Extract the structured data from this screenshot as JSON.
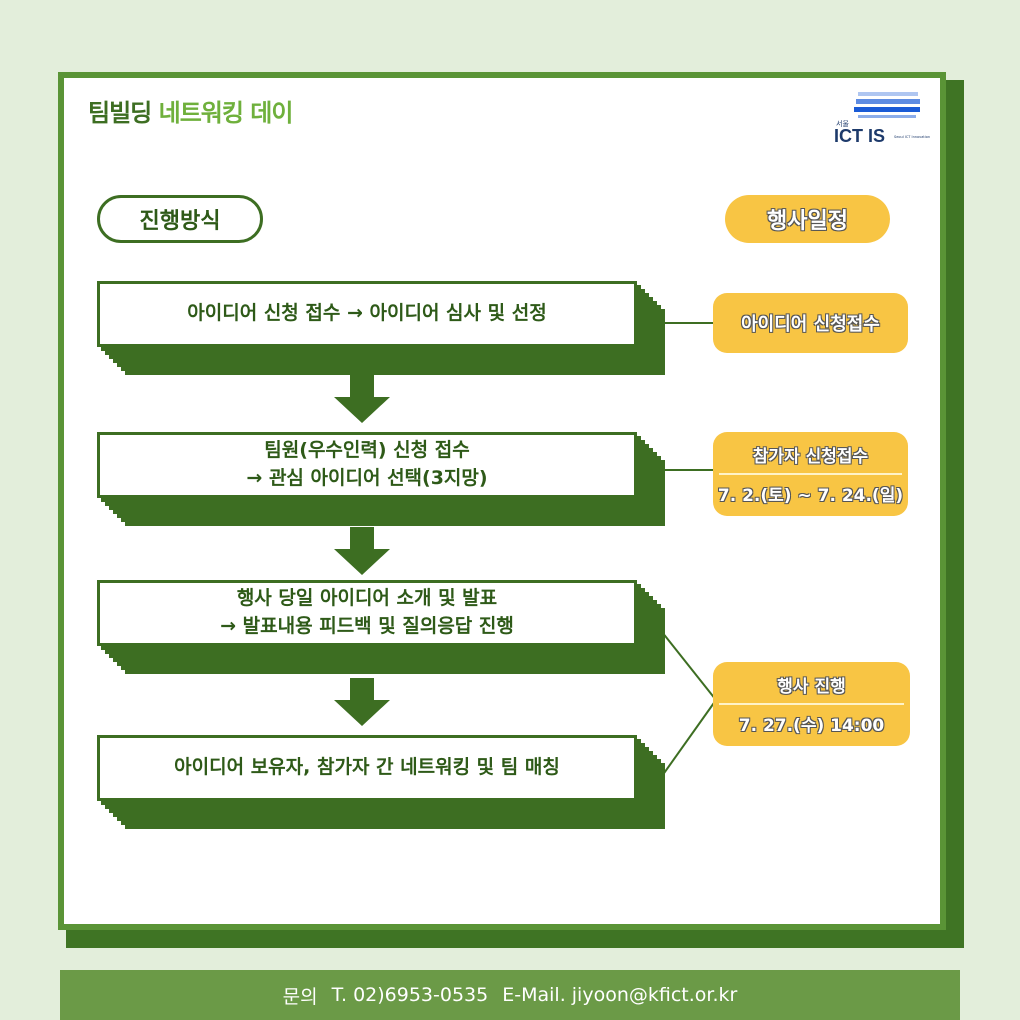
{
  "title": {
    "part1": "팀빌딩",
    "part2": "네트워킹 데이"
  },
  "logo": {
    "text": "ICT IS",
    "prefix": "서울",
    "sub": "Seoul ICT Innovation Square"
  },
  "section_process": "진행방식",
  "section_schedule": "행사일정",
  "steps": [
    {
      "line1": "아이디어 신청 접수 → 아이디어 심사 및 선정"
    },
    {
      "line1": "팀원(우수인력) 신청 접수",
      "line2": "→ 관심 아이디어 선택(3지망)"
    },
    {
      "line1": "행사 당일 아이디어 소개 및 발표",
      "line2": "→ 발표내용 피드백 및 질의응답 진행"
    },
    {
      "line1": "아이디어 보유자,  참가자 간 네트워킹 및 팀 매칭"
    }
  ],
  "schedule": [
    {
      "title": "아이디어 신청접수"
    },
    {
      "title": "참가자 신청접수",
      "date": "7. 2.(토) ~ 7. 24.(일)"
    },
    {
      "title": "행사 진행",
      "date": "7. 27.(수) 14:00"
    }
  ],
  "footer": {
    "label": "문의",
    "phone": "T. 02)6953-0535",
    "email": "E-Mail. jiyoon@kfict.or.kr"
  },
  "colors": {
    "dark_green": "#3d6e22",
    "light_green": "#6fb03c",
    "yellow": "#f8c544",
    "bg": "#e3eedb"
  }
}
